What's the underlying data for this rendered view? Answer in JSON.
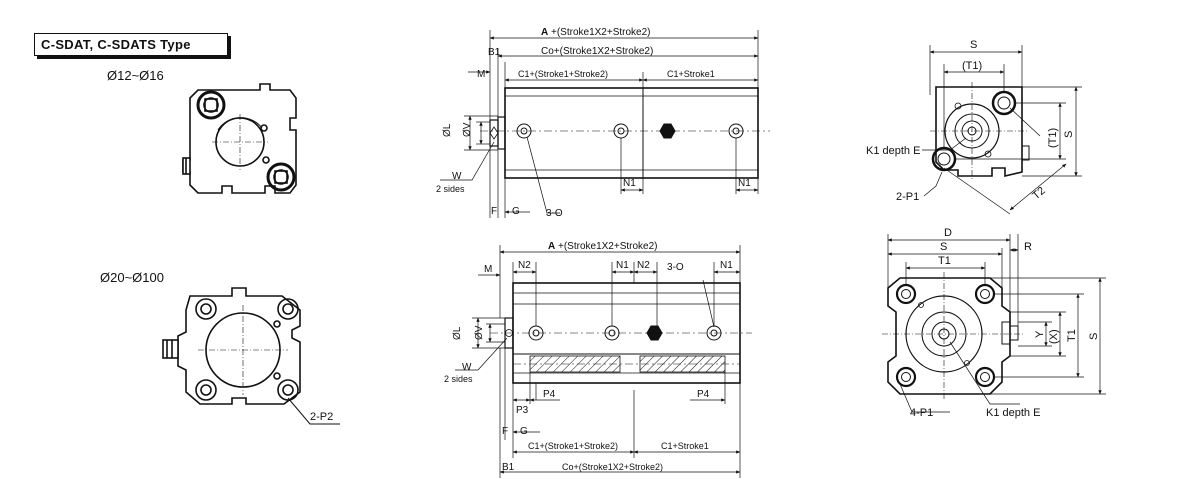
{
  "title": "C-SDAT, C-SDATS Type",
  "size_small": "Ø12~Ø16",
  "size_large": "Ø20~Ø100",
  "front_large": {
    "ports": "2-P2"
  },
  "side_top": {
    "A_prefix": "A",
    "A_suffix": "+(Stroke1X2+Stroke2)",
    "B1": "B1",
    "Co": "Co+(Stroke1X2+Stroke2)",
    "M": "M",
    "C1a": "C1+(Stroke1+Stroke2)",
    "C1b": "C1+Stroke1",
    "L": "ØL",
    "V": "ØV",
    "W": "W",
    "W_note": "2 sides",
    "F": "F",
    "G": "G",
    "O": "3-O",
    "N1a": "N1",
    "N1b": "N1"
  },
  "side_bottom": {
    "A_prefix": "A",
    "A_suffix": "+(Stroke1X2+Stroke2)",
    "M": "M",
    "N2a": "N2",
    "N1a": "N1",
    "N2b": "N2",
    "O": "3-O",
    "N1b": "N1",
    "L": "ØL",
    "V": "ØV",
    "W": "W",
    "W_note": "2 sides",
    "P3": "P3",
    "P4a": "P4",
    "P4b": "P4",
    "F": "F",
    "G": "G",
    "C1a": "C1+(Stroke1+Stroke2)",
    "C1b": "C1+Stroke1",
    "B1": "B1",
    "Co": "Co+(Stroke1X2+Stroke2)"
  },
  "end_top": {
    "S": "S",
    "T1": "(T1)",
    "T1v": "(T1)",
    "Sv": "S",
    "K1": "K1 depth E",
    "P1": "2-P1",
    "T2": "T2"
  },
  "end_bottom": {
    "D": "D",
    "S": "S",
    "R": "R",
    "T1": "T1",
    "Y": "Y",
    "X": "(X)",
    "T1v": "T1",
    "Sv": "S",
    "P1": "4-P1",
    "K1": "K1 depth E"
  }
}
